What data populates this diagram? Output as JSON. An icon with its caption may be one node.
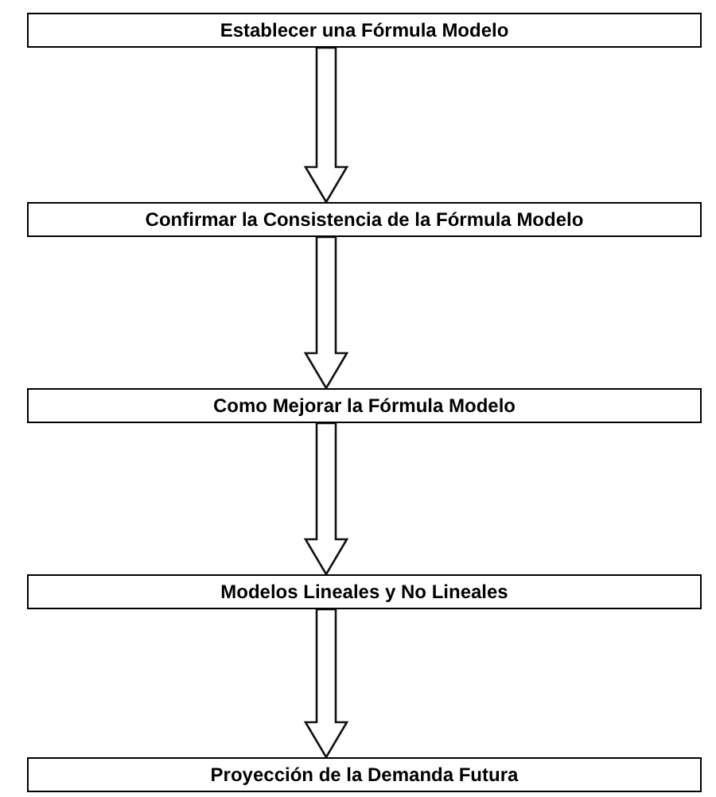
{
  "diagram": {
    "nodes": [
      {
        "text": [
          "Establecer una Fórmula Modelo"
        ]
      },
      {
        "text": [
          "Confirmar la Consistencia de la Fórmula Modelo"
        ]
      },
      {
        "text": [
          "Como Mejorar la Fórmula Modelo"
        ]
      },
      {
        "text": [
          "Modelos Lineales y No Lineales"
        ]
      },
      {
        "text": [
          "Proyección de la Demanda Futura"
        ]
      }
    ],
    "edges": [
      {
        "from": 0,
        "to": 1,
        "arrow": "to"
      },
      {
        "from": 1,
        "to": 2,
        "arrow": "to"
      },
      {
        "from": 2,
        "to": 3,
        "arrow": "to"
      },
      {
        "from": 3,
        "to": 4,
        "arrow": "to"
      }
    ]
  }
}
